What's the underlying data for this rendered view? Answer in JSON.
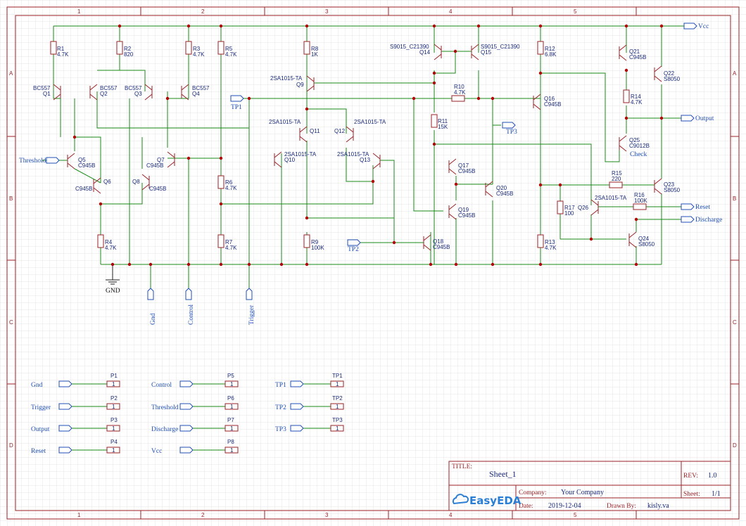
{
  "sheet": {
    "zones_cols": [
      "1",
      "2",
      "3",
      "4",
      "5"
    ],
    "zones_rows": [
      "A",
      "B",
      "C",
      "D"
    ]
  },
  "ports": {
    "vcc": "Vcc",
    "output": "Output",
    "reset": "Reset",
    "discharge": "Discharge",
    "threshold": "Threshold",
    "tp1": "TP1",
    "tp2": "TP2",
    "tp3": "TP3",
    "gnd_symbol": "GND",
    "gnd_port": "Gnd",
    "control_port": "Control",
    "trigger_port": "Trigger",
    "check": "Check"
  },
  "components": {
    "r1": [
      "R1",
      "4.7K"
    ],
    "r2": [
      "R2",
      "820"
    ],
    "r3": [
      "R3",
      "4.7K"
    ],
    "r4": [
      "R4",
      "4.7K"
    ],
    "r5": [
      "R5",
      "4.7K"
    ],
    "r6": [
      "R6",
      "4.7K"
    ],
    "r7": [
      "R7",
      "4.7K"
    ],
    "r8": [
      "R8",
      "1K"
    ],
    "r9": [
      "R9",
      "100K"
    ],
    "r10": [
      "R10",
      "4.7K"
    ],
    "r11": [
      "R11",
      "15K"
    ],
    "r12": [
      "R12",
      "6.8K"
    ],
    "r13": [
      "R13",
      "4.7K"
    ],
    "r14": [
      "R14",
      "4.7K"
    ],
    "r15": [
      "R15",
      "220"
    ],
    "r16": [
      "R16",
      "100K"
    ],
    "r17": [
      "R17",
      "100"
    ],
    "q1": [
      "BC557",
      "Q1"
    ],
    "q2": [
      "BC557",
      "Q2"
    ],
    "q3": [
      "BC557",
      "Q3"
    ],
    "q4": [
      "BC557",
      "Q4"
    ],
    "q5": [
      "Q5",
      "C945B"
    ],
    "q6": [
      "Q6",
      "C945B"
    ],
    "q7": [
      "Q7",
      "C945B"
    ],
    "q8": [
      "Q8",
      "C945B"
    ],
    "q9": [
      "2SA1015-TA",
      "Q9"
    ],
    "q10": [
      "2SA1015-TA",
      "Q10"
    ],
    "q11": [
      "2SA1015-TA",
      "Q11"
    ],
    "q12": [
      "Q12",
      "2SA1015-TA"
    ],
    "q13": [
      "2SA1015-TA",
      "Q13"
    ],
    "q14": [
      "S9015_C21390",
      "Q14"
    ],
    "q15": [
      "S9015_C21390",
      "Q15"
    ],
    "q16": [
      "Q16",
      "C945B"
    ],
    "q17": [
      "Q17",
      "C945B"
    ],
    "q18": [
      "Q18",
      "C945B"
    ],
    "q19": [
      "Q19",
      "C945B"
    ],
    "q20": [
      "Q20",
      "C945B"
    ],
    "q21": [
      "Q21",
      "C945B"
    ],
    "q22": [
      "Q22",
      "S8050"
    ],
    "q23": [
      "Q23",
      "S8050"
    ],
    "q24": [
      "Q24",
      "S8050"
    ],
    "q25": [
      "Q25",
      "C9012B"
    ],
    "q26": [
      "Q26",
      "2SA1015-TA"
    ]
  },
  "headers": [
    {
      "id": "P1",
      "pin": "1",
      "net": "Gnd"
    },
    {
      "id": "P2",
      "pin": "1",
      "net": "Trigger"
    },
    {
      "id": "P3",
      "pin": "1",
      "net": "Output"
    },
    {
      "id": "P4",
      "pin": "1",
      "net": "Reset"
    },
    {
      "id": "P5",
      "pin": "1",
      "net": "Control"
    },
    {
      "id": "P6",
      "pin": "1",
      "net": "Threshold"
    },
    {
      "id": "P7",
      "pin": "1",
      "net": "Discharge"
    },
    {
      "id": "P8",
      "pin": "1",
      "net": "Vcc"
    },
    {
      "id": "TP1",
      "pin": "1",
      "net": "TP1"
    },
    {
      "id": "TP2",
      "pin": "1",
      "net": "TP2"
    },
    {
      "id": "TP3",
      "pin": "1",
      "net": "TP3"
    }
  ],
  "title_block": {
    "title_label": "TITLE:",
    "title": "Sheet_1",
    "rev_label": "REV:",
    "rev": "1.0",
    "company_label": "Company:",
    "company": "Your Company",
    "sheet_label": "Sheet:",
    "sheet": "1/1",
    "date_label": "Date:",
    "date": "2019-12-04",
    "drawn_label": "Drawn By:",
    "drawn_by": "kisly.va",
    "logo_text": "EasyEDA"
  },
  "colors": {
    "frame": "#9b2226",
    "wire": "#1a8a1a",
    "net_label": "#1f4fb5",
    "component_text": "#1a2a7a",
    "junction": "#b00000"
  }
}
